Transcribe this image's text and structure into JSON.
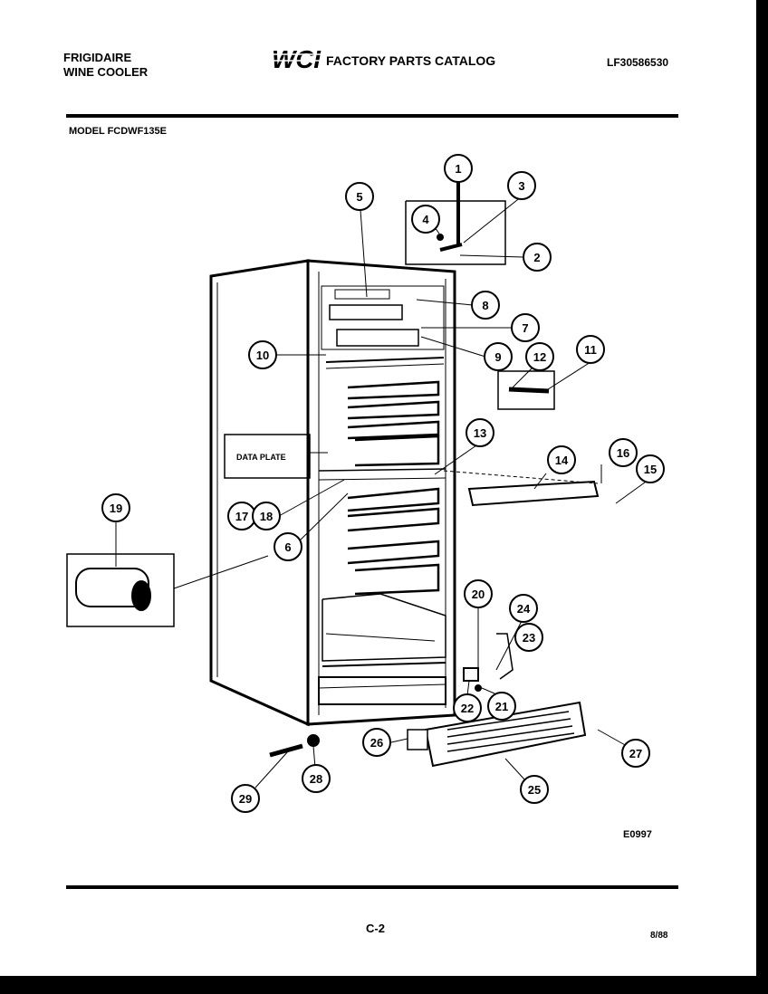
{
  "header": {
    "brand_line1": "FRIGIDAIRE",
    "brand_line2": "WINE COOLER",
    "logo_text": "WCI",
    "catalog_title": "FACTORY PARTS CATALOG",
    "catalog_number": "LF30586530"
  },
  "model": "MODEL FCDWF135E",
  "diagram": {
    "data_plate_label": "DATA PLATE",
    "diagram_id": "E0997",
    "callouts": [
      "1",
      "2",
      "3",
      "4",
      "5",
      "6",
      "7",
      "8",
      "9",
      "10",
      "11",
      "12",
      "13",
      "14",
      "15",
      "16",
      "17",
      "18",
      "19",
      "20",
      "21",
      "22",
      "23",
      "24",
      "25",
      "26",
      "27",
      "28",
      "29"
    ]
  },
  "footer": {
    "page_number": "C-2",
    "date": "8/88"
  }
}
